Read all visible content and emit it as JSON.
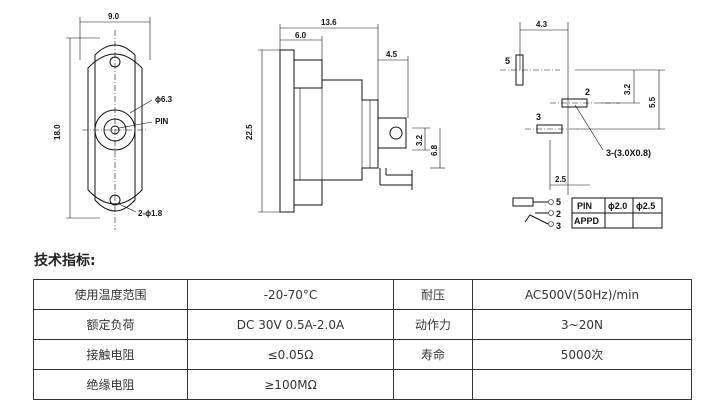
{
  "drawing": {
    "front_view": {
      "width_dim": "9.0",
      "height_dim": "18.0",
      "hole_dim": "ϕ6.3",
      "pin_label": "PIN",
      "mount_hole_dim": "2-ϕ1.8"
    },
    "side_view": {
      "overall_length_dim": "13.6",
      "body_dim": "6.0",
      "terminal_dim": "4.5",
      "height_dim": "22.5",
      "terminal_height_dim": "3.2",
      "terminal_offset_dim": "6.8"
    },
    "pin_layout": {
      "top_dim": "4.3",
      "pin5_label": "5",
      "pin2_label": "2",
      "pin3_label": "3",
      "vertical_dim_1": "3.2",
      "vertical_dim_2": "5.5",
      "bottom_dim": "2.5",
      "slot_dim": "3-(3.0X0.8)"
    },
    "schematic": {
      "pins": [
        "5",
        "2",
        "3"
      ]
    },
    "pin_table": {
      "header": [
        "PIN",
        "ϕ2.0",
        "ϕ2.5"
      ],
      "row_label": "APPD"
    }
  },
  "specs": {
    "title": "技术指标:",
    "rows": [
      [
        "使用温度范围",
        "-20-70°C",
        "耐压",
        "AC500V(50Hz)/min"
      ],
      [
        "额定负荷",
        "DC 30V 0.5A-2.0A",
        "动作力",
        "3~20N"
      ],
      [
        "接触电阻",
        "≤0.05Ω",
        "寿命",
        "5000次"
      ],
      [
        "绝缘电阻",
        "≥100MΩ",
        "",
        ""
      ]
    ]
  }
}
